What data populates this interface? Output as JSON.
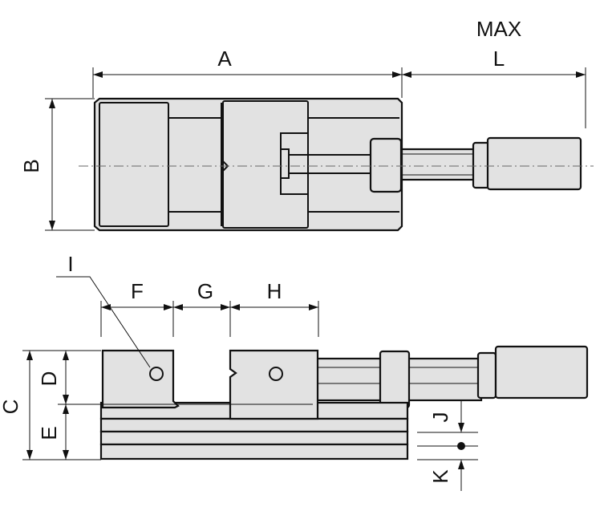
{
  "labels": {
    "A": "A",
    "B": "B",
    "C": "C",
    "D": "D",
    "E": "E",
    "F": "F",
    "G": "G",
    "H": "H",
    "I": "I",
    "J": "J",
    "K": "K",
    "L": "L",
    "MAX": "MAX"
  },
  "colors": {
    "fill": "#e2e2e2",
    "line": "#111111"
  }
}
